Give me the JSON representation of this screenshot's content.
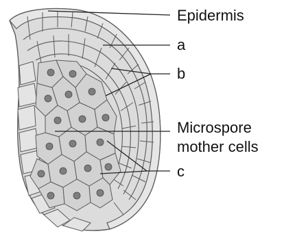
{
  "labels": {
    "epidermis": "Epidermis",
    "a": "a",
    "b": "b",
    "microspore_line1": "Microspore",
    "microspore_line2": "mother cells",
    "c": "c"
  },
  "colors": {
    "cell_fill": "#dcdcdc",
    "cell_fill_light": "#ececec",
    "cell_stroke": "#5a5a5a",
    "nucleus": "#7e7e7e",
    "leader_line": "#222222",
    "text": "#111111"
  }
}
